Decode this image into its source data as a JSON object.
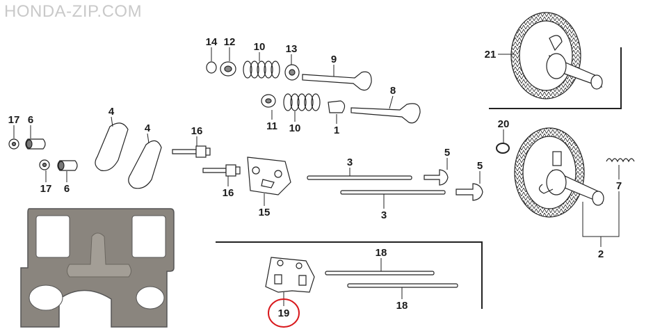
{
  "watermark": "HONDA-ZIP.COM",
  "callouts": {
    "p1": "1",
    "p2": "2",
    "p3a": "3",
    "p3b": "3",
    "p4a": "4",
    "p4b": "4",
    "p5a": "5",
    "p5b": "5",
    "p6a": "6",
    "p6b": "6",
    "p7": "7",
    "p8": "8",
    "p9": "9",
    "p10a": "10",
    "p10b": "10",
    "p11": "11",
    "p12": "12",
    "p13": "13",
    "p14": "14",
    "p15": "15",
    "p16a": "16",
    "p16b": "16",
    "p17a": "17",
    "p17b": "17",
    "p18a": "18",
    "p18b": "18",
    "p19": "19",
    "p20": "20",
    "p21": "21"
  },
  "highlight_color": "#d8181c"
}
